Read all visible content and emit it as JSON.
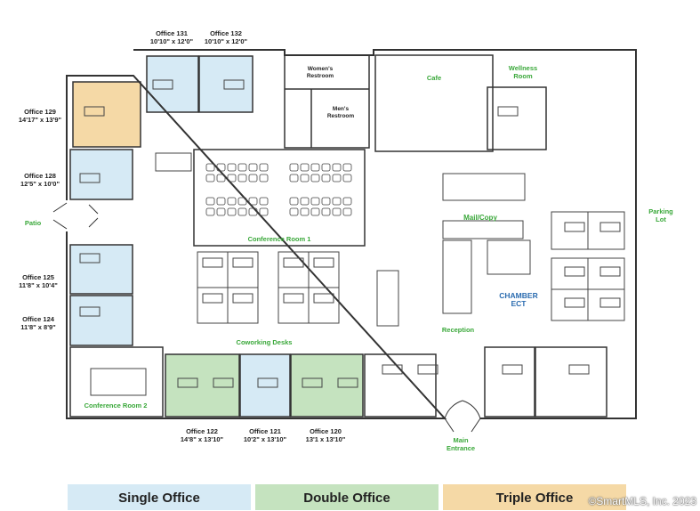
{
  "colors": {
    "single": "#d6eaf5",
    "double": "#c5e3bf",
    "triple": "#f5d9a6",
    "wall": "#333333",
    "label_green": "#3aa83a",
    "label_blue": "#2b6cb0"
  },
  "rooms": {
    "office131": {
      "name": "Office 131",
      "dim": "10'10\" x 12'0\""
    },
    "office132": {
      "name": "Office 132",
      "dim": "10'10\" x 12'0\""
    },
    "office129": {
      "name": "Office 129",
      "dim": "14'17\" x 13'9\""
    },
    "office128": {
      "name": "Office 128",
      "dim": "12'5\" x 10'0\""
    },
    "office125": {
      "name": "Office 125",
      "dim": "11'8\" x 10'4\""
    },
    "office124": {
      "name": "Office 124",
      "dim": "11'8\" x 8'9\""
    },
    "office122": {
      "name": "Office 122",
      "dim": "14'8\" x 13'10\""
    },
    "office121": {
      "name": "Office 121",
      "dim": "10'2\" x 13'10\""
    },
    "office120": {
      "name": "Office 120",
      "dim": "13'1 x 13'10\""
    },
    "womens": "Women's Restroom",
    "mens": "Men's Restroom",
    "cafe": "Cafe",
    "wellness": "Wellness Room",
    "conf1": "Conference Room 1",
    "conf2": "Conference Room 2",
    "coworking": "Coworking Desks",
    "mail": "Mail/Copy",
    "reception": "Reception",
    "chamber": "CHAMBER ECT",
    "patio": "Patio",
    "parking": "Parking Lot",
    "entrance": "Main Entrance"
  },
  "legend": {
    "single": "Single Office",
    "double": "Double Office",
    "triple": "Triple Office"
  },
  "watermark": "©SmartMLS, Inc.  2023"
}
